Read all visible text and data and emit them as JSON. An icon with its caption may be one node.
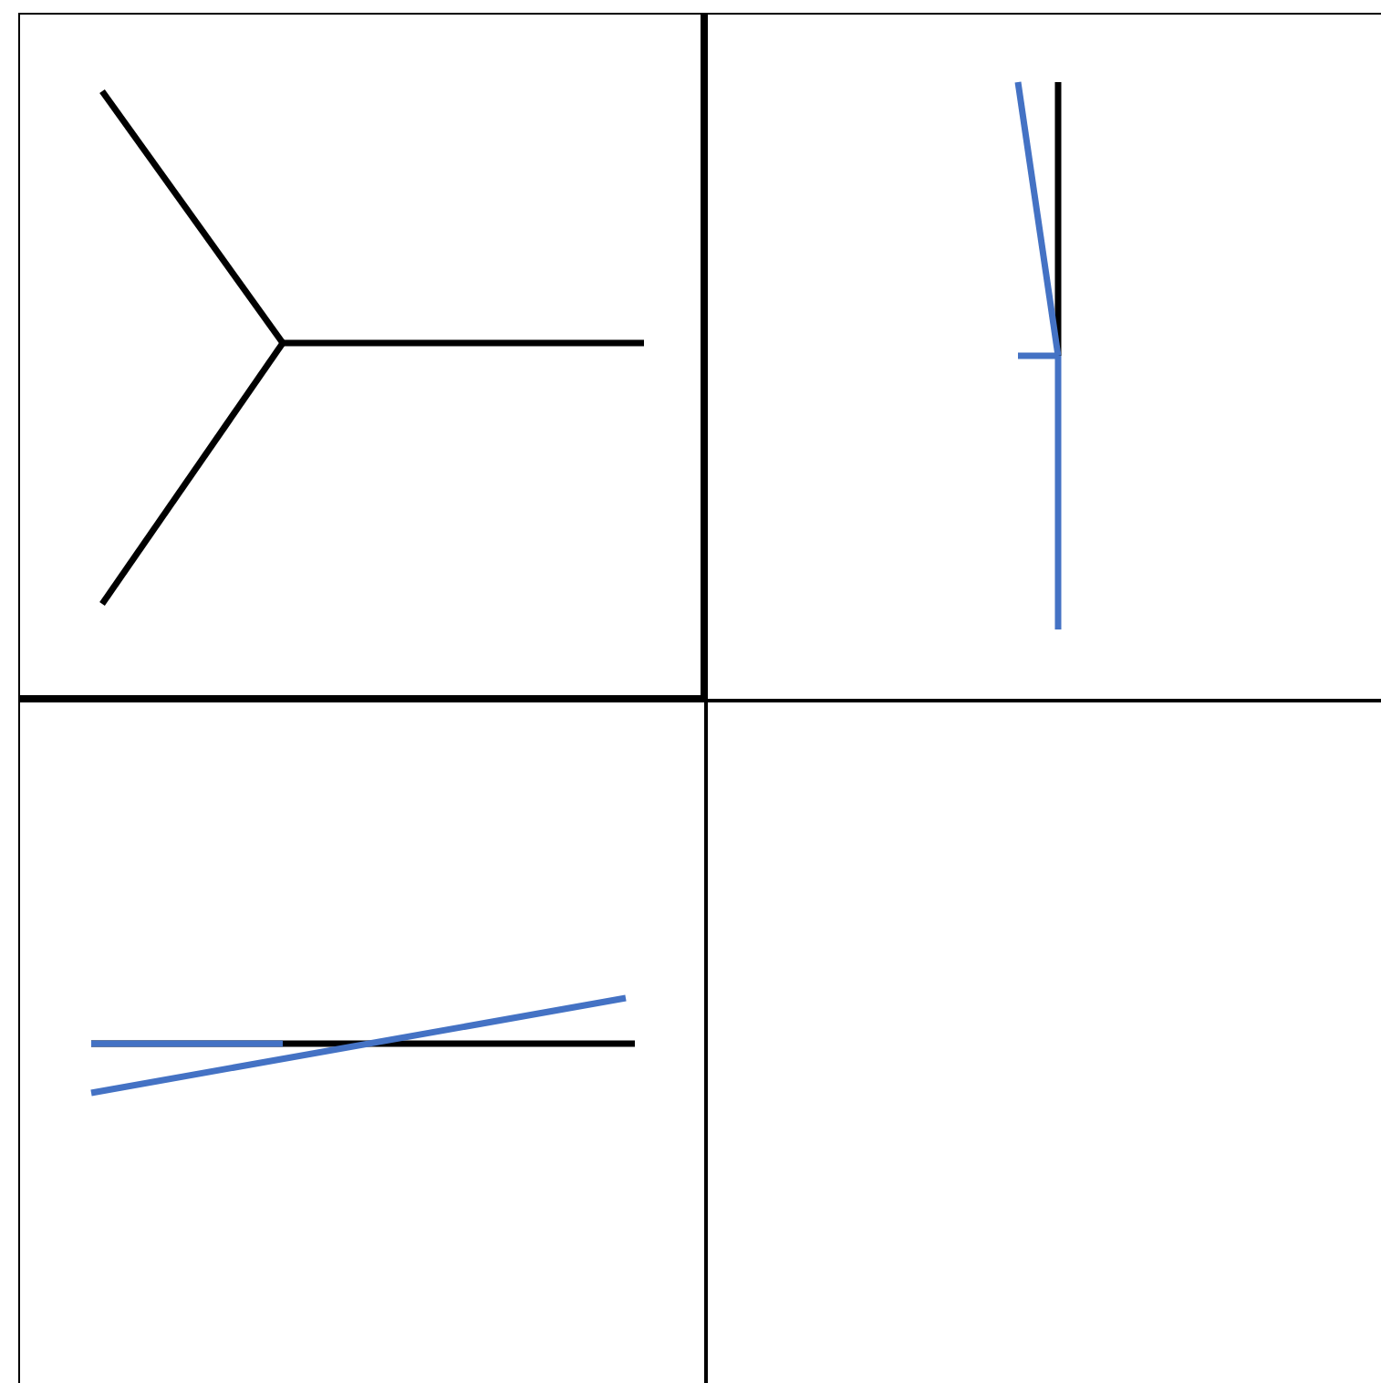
{
  "diagram": {
    "nodes": [
      {
        "text": [],
        "shape": "box"
      },
      {
        "text": [],
        "shape": "box"
      },
      {
        "text": [],
        "shape": "box"
      },
      {
        "text": [],
        "shape": "box"
      }
    ]
  }
}
